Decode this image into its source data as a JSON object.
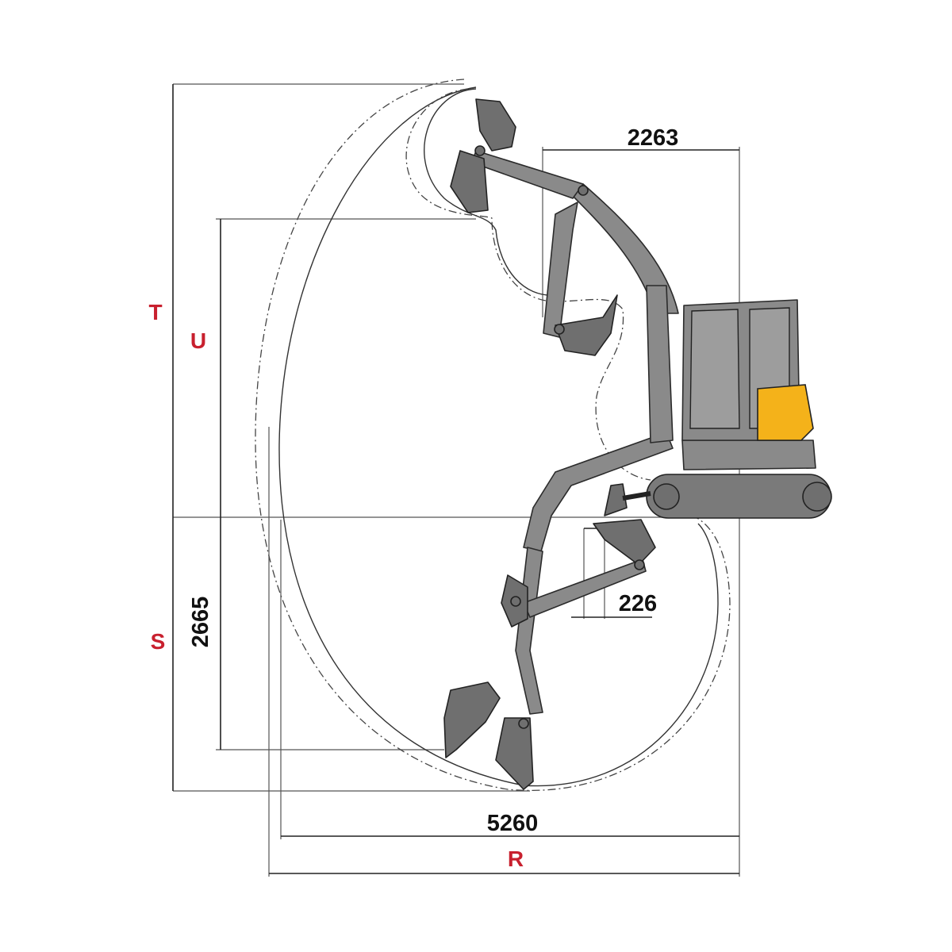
{
  "diagram": {
    "dimensions": {
      "cab_to_front": "2263",
      "dig_depth": "2665",
      "reach_ground": "5260",
      "offset": "226"
    },
    "letters": {
      "T": "T",
      "U": "U",
      "S": "S",
      "R": "R"
    },
    "colors": {
      "dimension_text": "#111111",
      "letter_text": "#c8202e",
      "machine_body": "#8a8a8a",
      "engine_cover": "#f4b21a"
    }
  }
}
